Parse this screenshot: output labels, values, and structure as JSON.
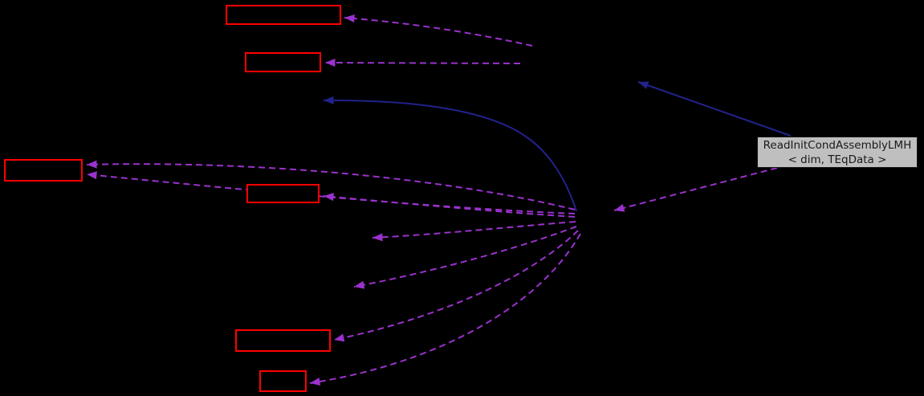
{
  "diagram": {
    "kind": "collaboration-graph",
    "main_node": {
      "label_line1": "ReadInitCondAssemblyLMH",
      "label_line2": "< dim, TEqData >"
    },
    "red_boxed_nodes_visible_labels": [
      "",
      "",
      "",
      "",
      "",
      ""
    ]
  },
  "colors": {
    "bg": "#000000",
    "node-border": "#ff0000",
    "node-fill": "#000000",
    "main-fill": "#bfbfbf",
    "main-border": "#141414",
    "main-text": "#1a1a1a",
    "edge-usage": "#9a32cd",
    "edge-inherit": "#22228c"
  }
}
